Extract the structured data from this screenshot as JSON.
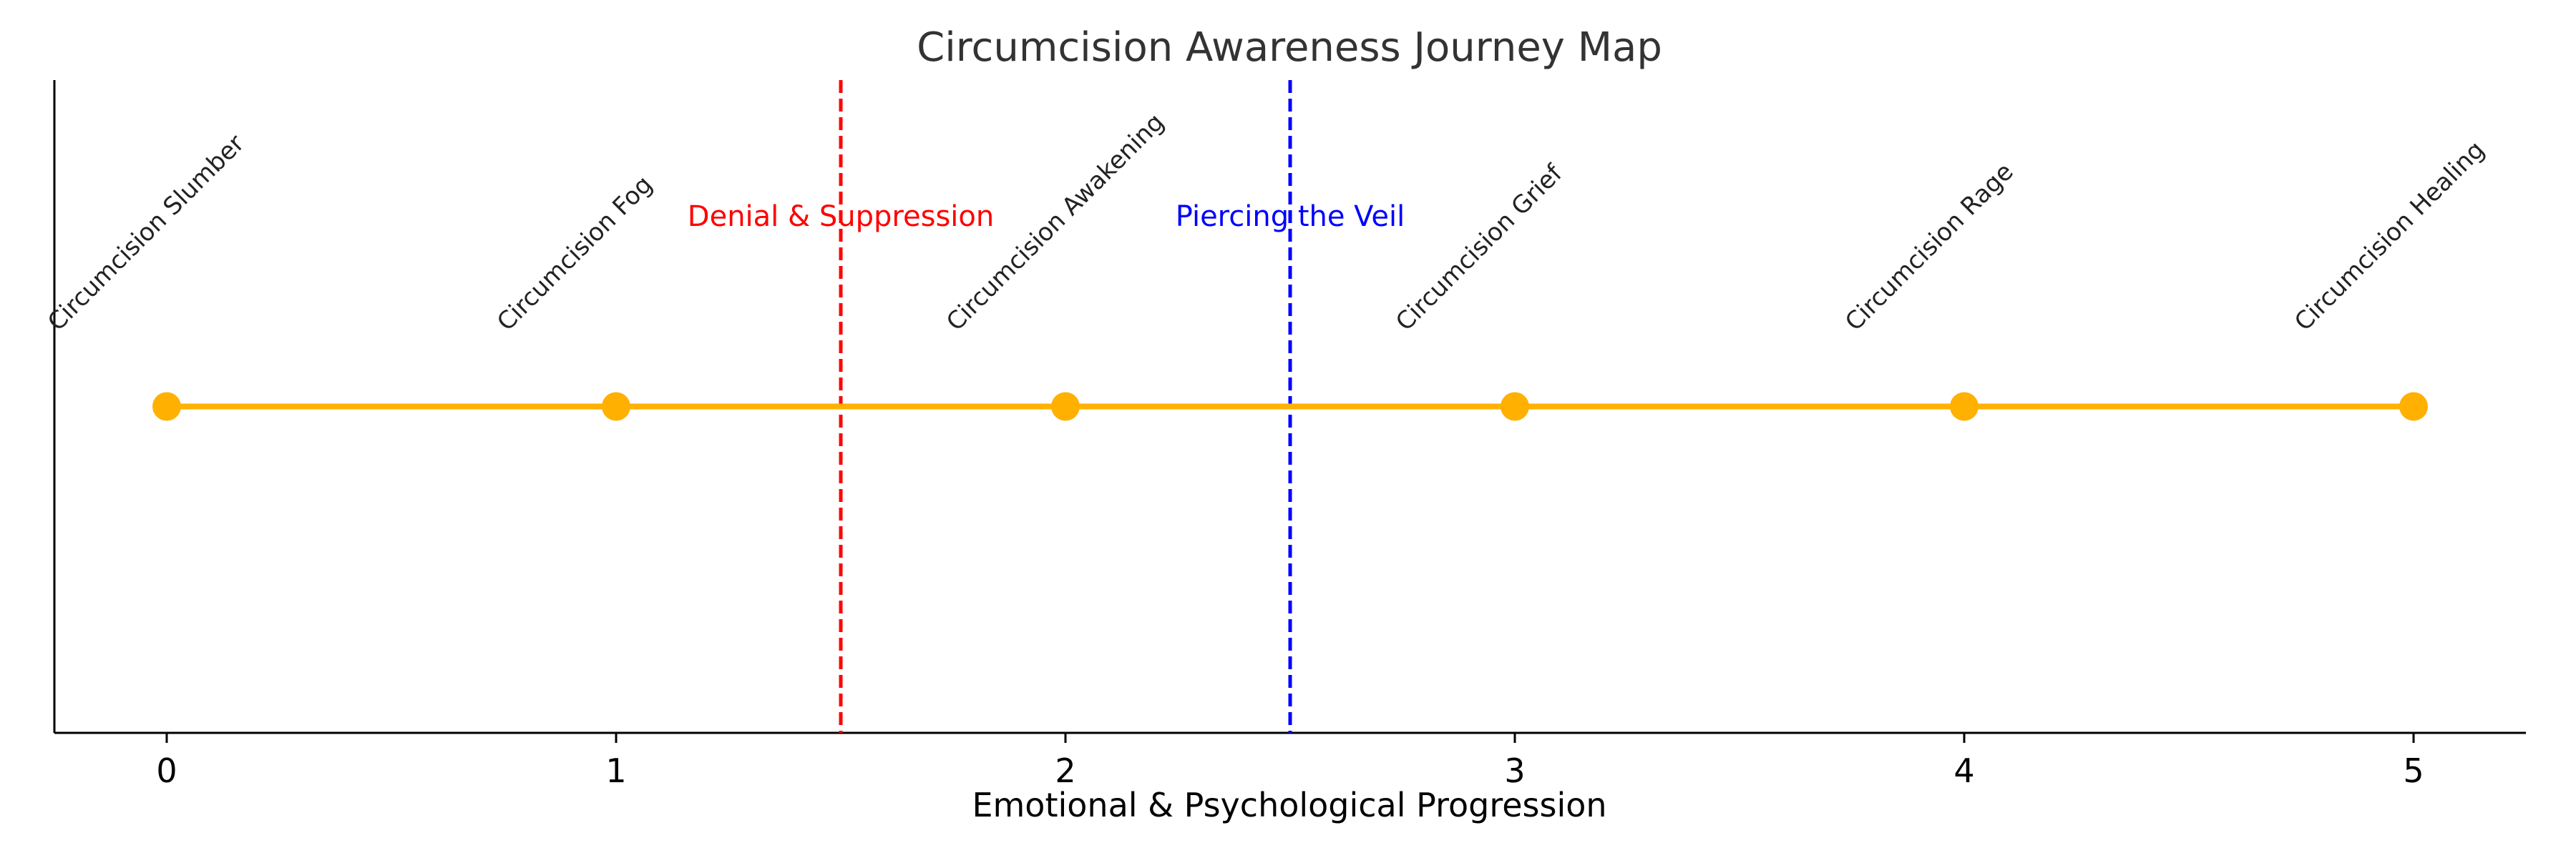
{
  "chart_data": {
    "type": "line",
    "title": "Circumcision Awareness Journey Map",
    "xlabel": "Emotional & Psychological Progression",
    "ylabel": "",
    "xlim": [
      -0.25,
      5.25
    ],
    "ylim": [
      -1,
      1
    ],
    "xticks": [
      0,
      1,
      2,
      3,
      4,
      5
    ],
    "show_y_axis_ticks": false,
    "grid": false,
    "colors": {
      "line": "#FFB000",
      "marker": "#FFB000",
      "axis": "#000000",
      "title": "#333333"
    },
    "points": [
      {
        "x": 0,
        "y": 0,
        "label": "Circumcision Slumber"
      },
      {
        "x": 1,
        "y": 0,
        "label": "Circumcision Fog"
      },
      {
        "x": 2,
        "y": 0,
        "label": "Circumcision Awakening"
      },
      {
        "x": 3,
        "y": 0,
        "label": "Circumcision Grief"
      },
      {
        "x": 4,
        "y": 0,
        "label": "Circumcision Rage"
      },
      {
        "x": 5,
        "y": 0,
        "label": "Circumcision Healing"
      }
    ],
    "vlines": [
      {
        "x": 1.5,
        "label": "Denial & Suppression",
        "color": "#FF0000",
        "style": "dashed"
      },
      {
        "x": 2.5,
        "label": "Piercing the Veil",
        "color": "#0000FF",
        "style": "dashed"
      }
    ]
  }
}
